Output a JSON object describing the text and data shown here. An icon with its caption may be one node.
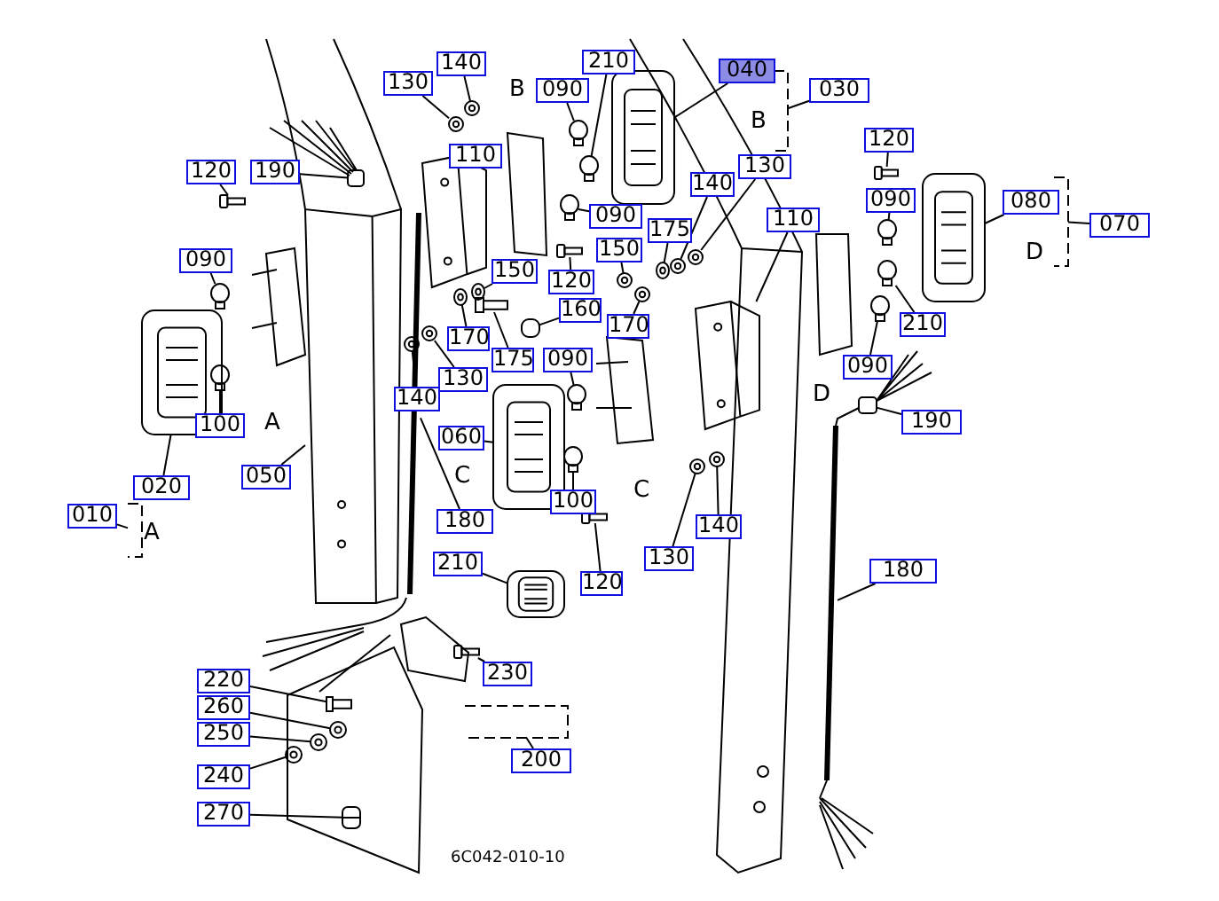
{
  "diagram": {
    "nodes": [
      {
        "text": [
          "140"
        ]
      },
      {
        "text": [
          "130"
        ]
      },
      {
        "text": [
          "210"
        ]
      },
      {
        "text": [
          "090"
        ]
      },
      {
        "text": [
          "040"
        ]
      },
      {
        "text": [
          "030"
        ]
      },
      {
        "text": [
          "120"
        ]
      },
      {
        "text": [
          "120"
        ]
      },
      {
        "text": [
          "190"
        ]
      },
      {
        "text": [
          "110"
        ]
      },
      {
        "text": [
          "140"
        ]
      },
      {
        "text": [
          "130"
        ]
      },
      {
        "text": [
          "090"
        ]
      },
      {
        "text": [
          "080"
        ]
      },
      {
        "text": [
          "070"
        ]
      },
      {
        "text": [
          "090"
        ]
      },
      {
        "text": [
          "175"
        ]
      },
      {
        "text": [
          "110"
        ]
      },
      {
        "text": [
          "090"
        ]
      },
      {
        "text": [
          "150"
        ]
      },
      {
        "text": [
          "150"
        ]
      },
      {
        "text": [
          "120"
        ]
      },
      {
        "text": [
          "160"
        ]
      },
      {
        "text": [
          "170"
        ]
      },
      {
        "text": [
          "210"
        ]
      },
      {
        "text": [
          "170"
        ]
      },
      {
        "text": [
          "175"
        ]
      },
      {
        "text": [
          "130"
        ]
      },
      {
        "text": [
          "140"
        ]
      },
      {
        "text": [
          "090"
        ]
      },
      {
        "text": [
          "090"
        ]
      },
      {
        "text": [
          "100"
        ]
      },
      {
        "text": [
          "060"
        ]
      },
      {
        "text": [
          "190"
        ]
      },
      {
        "text": [
          "050"
        ]
      },
      {
        "text": [
          "020"
        ]
      },
      {
        "text": [
          "010"
        ]
      },
      {
        "text": [
          "100"
        ]
      },
      {
        "text": [
          "180"
        ]
      },
      {
        "text": [
          "140"
        ]
      },
      {
        "text": [
          "130"
        ]
      },
      {
        "text": [
          "180"
        ]
      },
      {
        "text": [
          "120"
        ]
      },
      {
        "text": [
          "210"
        ]
      },
      {
        "text": [
          "230"
        ]
      },
      {
        "text": [
          "220"
        ]
      },
      {
        "text": [
          "260"
        ]
      },
      {
        "text": [
          "250"
        ]
      },
      {
        "text": [
          "240"
        ]
      },
      {
        "text": [
          "200"
        ]
      },
      {
        "text": [
          "270"
        ]
      },
      {
        "text": [],
        "shape": "picture"
      },
      {
        "text": [],
        "shape": "picture"
      },
      {
        "text": [],
        "shape": "circle"
      },
      {
        "text": [],
        "shape": "circle"
      },
      {
        "text": [],
        "shape": "picture"
      },
      {
        "text": [],
        "shape": "picture"
      },
      {
        "text": [],
        "shape": "picture"
      },
      {
        "text": [],
        "shape": "picture"
      },
      {
        "text": [],
        "shape": "box"
      },
      {
        "text": [],
        "shape": "picture"
      },
      {
        "text": [],
        "shape": "picture"
      },
      {
        "text": [],
        "shape": "picture"
      },
      {
        "text": [],
        "shape": "circle"
      },
      {
        "text": [],
        "shape": "picture"
      },
      {
        "text": [],
        "shape": "picture"
      },
      {
        "text": [],
        "shape": "circle"
      },
      {
        "text": [],
        "shape": "picture"
      },
      {
        "text": [],
        "shape": "picture"
      },
      {
        "text": [],
        "shape": "circle"
      },
      {
        "text": [],
        "shape": "picture"
      },
      {
        "text": [],
        "shape": "picture"
      },
      {
        "text": [],
        "shape": "picture"
      },
      {
        "text": [],
        "shape": "box"
      },
      {
        "text": [],
        "shape": "picture"
      },
      {
        "text": [],
        "shape": "circle"
      },
      {
        "text": [],
        "shape": "picture"
      },
      {
        "text": [],
        "shape": "picture"
      },
      {
        "text": [],
        "shape": "picture"
      },
      {
        "text": [],
        "shape": "picture"
      },
      {
        "text": [],
        "shape": "circle"
      },
      {
        "text": [],
        "shape": "circle"
      },
      {
        "text": [],
        "shape": "circle"
      },
      {
        "text": [],
        "shape": "picture"
      },
      {
        "text": [],
        "shape": "box"
      },
      {
        "text": [],
        "shape": "picture"
      },
      {
        "text": [],
        "shape": "picture"
      },
      {
        "text": [],
        "shape": "picture"
      },
      {
        "text": [],
        "shape": "circle"
      },
      {
        "text": [],
        "shape": "picture"
      },
      {
        "text": [],
        "shape": "picture"
      },
      {
        "text": [],
        "shape": "picture"
      },
      {
        "text": [],
        "shape": "picture"
      },
      {
        "text": [],
        "shape": "picture"
      },
      {
        "text": [],
        "shape": "picture"
      },
      {
        "text": [],
        "shape": "picture"
      },
      {
        "text": [],
        "shape": "picture"
      },
      {
        "text": [],
        "shape": "picture"
      },
      {
        "text": [],
        "shape": "picture"
      },
      {
        "text": [],
        "shape": "picture"
      },
      {
        "text": [],
        "shape": "picture"
      },
      {
        "text": [],
        "shape": "picture"
      }
    ],
    "edges": [
      {
        "from": 0,
        "to": 51,
        "arrow": "none"
      },
      {
        "from": 1,
        "to": 52,
        "arrow": "none"
      },
      {
        "from": 2,
        "to": 53,
        "arrow": "none"
      },
      {
        "from": 3,
        "to": 54,
        "arrow": "none"
      },
      {
        "from": 4,
        "to": 55,
        "arrow": "none"
      },
      {
        "from": 5,
        "to": 56,
        "arrow": "none"
      },
      {
        "from": 6,
        "to": 57,
        "arrow": "none"
      },
      {
        "from": 7,
        "to": 58,
        "arrow": "none"
      },
      {
        "from": 8,
        "to": 59,
        "arrow": "none"
      },
      {
        "from": 9,
        "to": 60,
        "arrow": "none"
      },
      {
        "from": 10,
        "to": 61,
        "arrow": "none"
      },
      {
        "from": 11,
        "to": 62,
        "arrow": "none"
      },
      {
        "from": 12,
        "to": 63,
        "arrow": "none"
      },
      {
        "from": 13,
        "to": 64,
        "arrow": "none"
      },
      {
        "from": 14,
        "to": 65,
        "arrow": "none"
      },
      {
        "from": 15,
        "to": 66,
        "arrow": "none"
      },
      {
        "from": 16,
        "to": 67,
        "arrow": "none"
      },
      {
        "from": 17,
        "to": 68,
        "arrow": "none"
      },
      {
        "from": 18,
        "to": 69,
        "arrow": "none"
      },
      {
        "from": 19,
        "to": 70,
        "arrow": "none"
      },
      {
        "from": 20,
        "to": 71,
        "arrow": "none"
      },
      {
        "from": 21,
        "to": 72,
        "arrow": "none"
      },
      {
        "from": 22,
        "to": 73,
        "arrow": "none"
      },
      {
        "from": 23,
        "to": 74,
        "arrow": "none"
      },
      {
        "from": 24,
        "to": 75,
        "arrow": "none"
      },
      {
        "from": 25,
        "to": 76,
        "arrow": "none"
      },
      {
        "from": 26,
        "to": 77,
        "arrow": "none"
      },
      {
        "from": 27,
        "to": 78,
        "arrow": "none"
      },
      {
        "from": 28,
        "to": 79,
        "arrow": "none"
      },
      {
        "from": 29,
        "to": 80,
        "arrow": "none"
      },
      {
        "from": 30,
        "to": 81,
        "arrow": "none"
      },
      {
        "from": 31,
        "to": 82,
        "arrow": "none"
      },
      {
        "from": 32,
        "to": 83,
        "arrow": "none"
      },
      {
        "from": 33,
        "to": 84,
        "arrow": "none"
      },
      {
        "from": 34,
        "to": 85,
        "arrow": "none"
      },
      {
        "from": 35,
        "to": 86,
        "arrow": "none"
      },
      {
        "from": 36,
        "to": 87,
        "arrow": "none"
      },
      {
        "from": 37,
        "to": 88,
        "arrow": "none"
      },
      {
        "from": 38,
        "to": 89,
        "arrow": "none"
      },
      {
        "from": 39,
        "to": 90,
        "arrow": "none"
      },
      {
        "from": 40,
        "to": 91,
        "arrow": "none"
      },
      {
        "from": 41,
        "to": 92,
        "arrow": "none"
      },
      {
        "from": 42,
        "to": 93,
        "arrow": "none"
      },
      {
        "from": 43,
        "to": 94,
        "arrow": "none"
      },
      {
        "from": 44,
        "to": 95,
        "arrow": "none"
      },
      {
        "from": 45,
        "to": 96,
        "arrow": "none"
      },
      {
        "from": 46,
        "to": 97,
        "arrow": "none"
      },
      {
        "from": 47,
        "to": 98,
        "arrow": "none"
      },
      {
        "from": 48,
        "to": 99,
        "arrow": "none"
      },
      {
        "from": 49,
        "to": 100,
        "arrow": "none"
      },
      {
        "from": 50,
        "to": 101,
        "arrow": "none"
      }
    ],
    "labels": [
      "B",
      "B",
      "A",
      "D",
      "D",
      "C",
      "C",
      "A",
      "6C042-010-10"
    ]
  }
}
